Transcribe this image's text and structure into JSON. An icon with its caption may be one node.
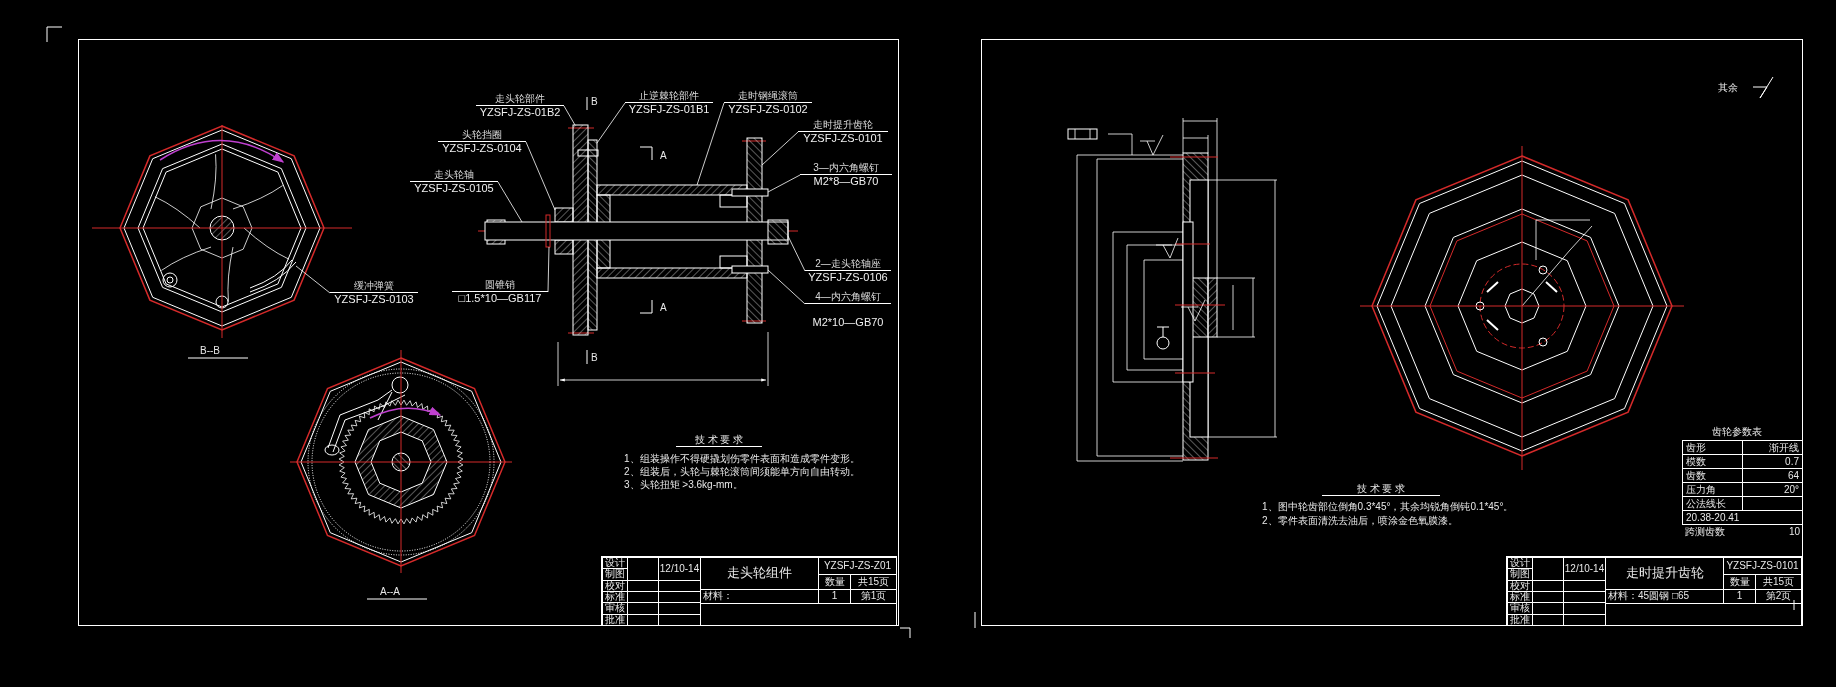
{
  "diagram": {
    "nodes": [
      {
        "text": [
          "走头轮部件",
          "YZSFJ-ZS-01B2"
        ]
      },
      {
        "text": [
          "止逆棘轮部件",
          "YZSFJ-ZS-01B1"
        ]
      },
      {
        "text": [
          "走时钢绳滚筒",
          "YZSFJ-ZS-0102"
        ]
      },
      {
        "text": [
          "走时提升齿轮",
          "YZSFJ-ZS-0101"
        ]
      },
      {
        "text": [
          "头轮挡圈",
          "YZSFJ-ZS-0104"
        ]
      },
      {
        "text": [
          "走头轮轴",
          "YZSFJ-ZS-0105"
        ]
      },
      {
        "text": [
          "3—内六角螺钉",
          "M2*8—GB70"
        ]
      },
      {
        "text": [
          "圆锥销",
          "□1.5*10—GB117"
        ]
      },
      {
        "text": [
          "2—走头轮轴座",
          "YZSFJ-ZS-0106"
        ]
      },
      {
        "text": [
          "4—内六角螺钉",
          "M2*10—GB70"
        ]
      },
      {
        "text": [
          "缓冲弹簧",
          "YZSFJ-ZS-0103"
        ]
      },
      {
        "text": [],
        "shape": "box"
      },
      {
        "text": [],
        "shape": "box"
      },
      {
        "text": [],
        "shape": "box"
      },
      {
        "text": [],
        "shape": "box"
      },
      {
        "text": [],
        "shape": "box"
      },
      {
        "text": [],
        "shape": "box"
      },
      {
        "text": [],
        "shape": "box"
      },
      {
        "text": [],
        "shape": "box"
      },
      {
        "text": [],
        "shape": "box"
      },
      {
        "text": [],
        "shape": "box"
      },
      {
        "text": [],
        "shape": "picture"
      }
    ],
    "edges": [
      {
        "from": 0,
        "to": 11,
        "arrow": "none"
      },
      {
        "from": 1,
        "to": 12,
        "arrow": "none"
      },
      {
        "from": 2,
        "to": 13,
        "arrow": "none"
      },
      {
        "from": 3,
        "to": 14,
        "arrow": "none"
      },
      {
        "from": 4,
        "to": 15,
        "arrow": "none"
      },
      {
        "from": 5,
        "to": 16,
        "arrow": "none"
      },
      {
        "from": 6,
        "to": 17,
        "arrow": "none"
      },
      {
        "from": 7,
        "to": 18,
        "arrow": "none"
      },
      {
        "from": 8,
        "to": 19,
        "arrow": "none"
      },
      {
        "from": 9,
        "to": 20,
        "arrow": "none"
      },
      {
        "from": 10,
        "to": 21,
        "arrow": "none"
      }
    ],
    "labels": [
      "B",
      "A",
      "A",
      "B",
      "B--B",
      "A--A",
      "技 术 要 求",
      "1、组装操作不得硬撬划伤零件表面和造成零件变形。",
      "2、组装后，头轮与棘轮滚筒间须能单方向自由转动。",
      "3、头轮扭矩 >3.6kg-mm。",
      "设计",
      "制图",
      "校对",
      "标准",
      "审核",
      "批准",
      "12/10-14",
      "走头轮组件",
      "YZSFJ-ZS-Z01",
      "数量",
      "共15页",
      "材料：",
      "1",
      "第1页",
      "其余",
      "技 术 要 求",
      "1、图中轮齿部位倒角0.3*45°，其余均锐角倒钝0.1*45°。",
      "2、零件表面清洗去油后，喷涂金色氧膜漆。",
      "齿轮参数表",
      "齿形",
      "渐开线",
      "模数",
      "0.7",
      "齿数",
      "64",
      "压力角",
      "20°",
      "公法线长",
      "20.38-20.41",
      "跨测齿数",
      "10",
      "设计",
      "制图",
      "校对",
      "标准",
      "审核",
      "批准",
      "12/10-14",
      "走时提升齿轮",
      "YZSFJ-ZS-0101",
      "数量",
      "共15页",
      "材料：45圆钢 □65",
      "1",
      "第2页"
    ]
  }
}
